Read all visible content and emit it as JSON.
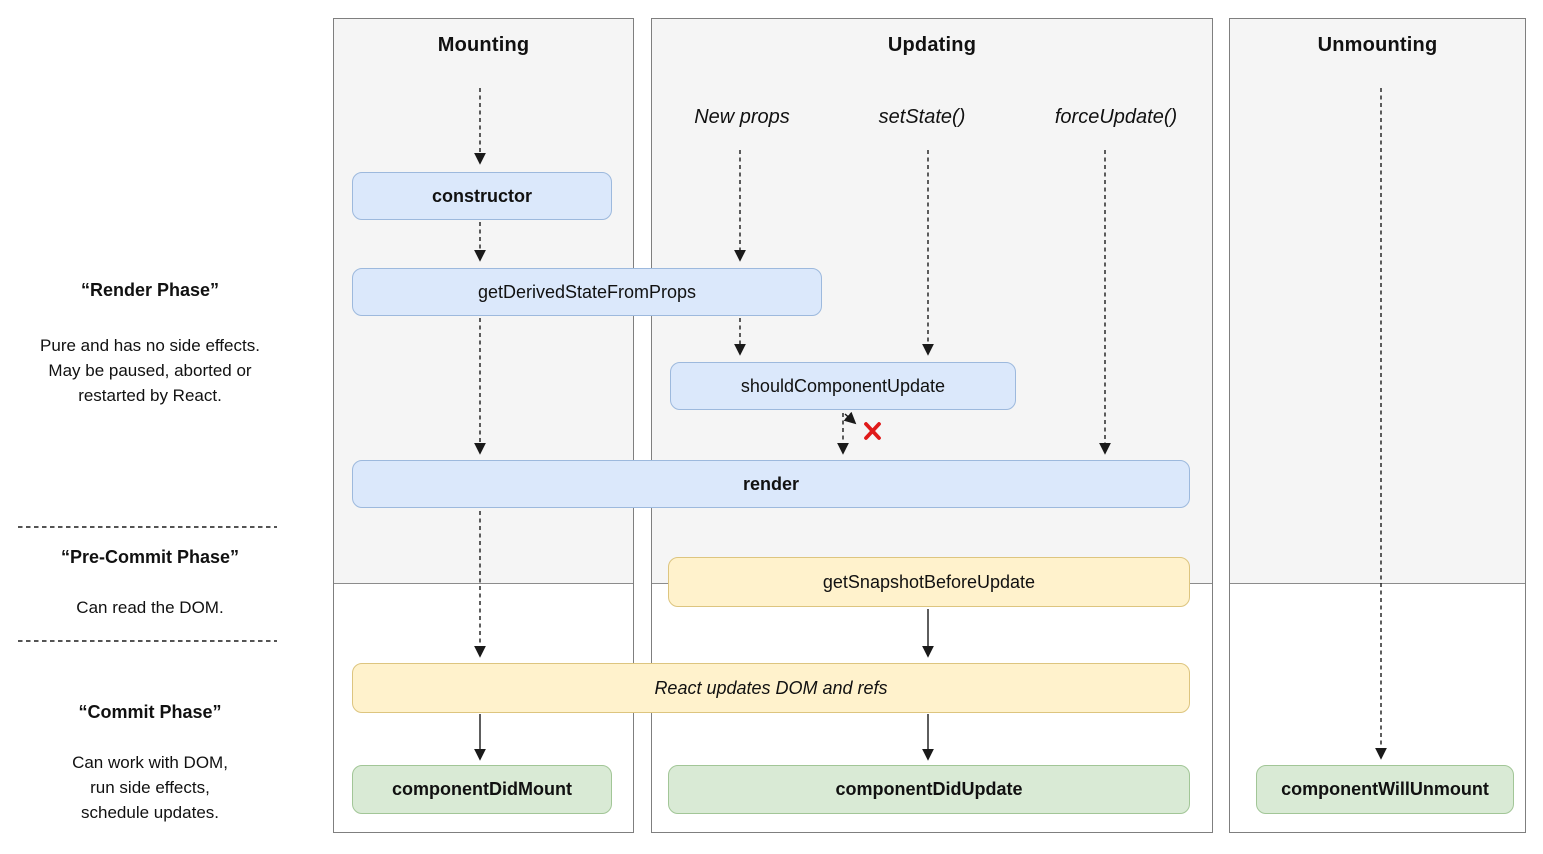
{
  "diagram": {
    "columns": [
      {
        "id": "mounting",
        "title": "Mounting"
      },
      {
        "id": "updating",
        "title": "Updating"
      },
      {
        "id": "unmounting",
        "title": "Unmounting"
      }
    ],
    "phases": [
      {
        "title": "“Render Phase”",
        "body": "Pure and has no side effects.\nMay be paused, aborted or\nrestarted by React."
      },
      {
        "title": "“Pre-Commit Phase”",
        "body": "Can read the DOM."
      },
      {
        "title": "“Commit Phase”",
        "body": "Can work with DOM,\nrun side effects,\nschedule updates."
      }
    ],
    "triggers": [
      {
        "label": "New props"
      },
      {
        "label": "setState()"
      },
      {
        "label": "forceUpdate()"
      }
    ],
    "boxes": [
      {
        "id": "constructor",
        "label": "constructor",
        "color": "blue",
        "emphasis": "bold"
      },
      {
        "id": "get-derived-state-from-props",
        "label": "getDerivedStateFromProps",
        "color": "blue",
        "emphasis": "regular"
      },
      {
        "id": "should-component-update",
        "label": "shouldComponentUpdate",
        "color": "blue",
        "emphasis": "regular"
      },
      {
        "id": "render",
        "label": "render",
        "color": "blue",
        "emphasis": "bold"
      },
      {
        "id": "get-snapshot-before-update",
        "label": "getSnapshotBeforeUpdate",
        "color": "yellow",
        "emphasis": "regular"
      },
      {
        "id": "react-updates-dom",
        "label": "React updates DOM and refs",
        "color": "yellow",
        "emphasis": "italic"
      },
      {
        "id": "component-did-mount",
        "label": "componentDidMount",
        "color": "green",
        "emphasis": "bold"
      },
      {
        "id": "component-did-update",
        "label": "componentDidUpdate",
        "color": "green",
        "emphasis": "bold"
      },
      {
        "id": "component-will-unmount",
        "label": "componentWillUnmount",
        "color": "green",
        "emphasis": "bold"
      }
    ],
    "icons": {
      "skip_marker": "red-x-icon"
    },
    "colors": {
      "panel_bg": "#f5f5f5",
      "panel_border": "#7f7f7f",
      "blue_fill": "#dbe8fb",
      "blue_border": "#9db9dd",
      "yellow_fill": "#fff2cc",
      "yellow_border": "#ddc57f",
      "green_fill": "#d9ead5",
      "green_border": "#a2c697",
      "arrow": "#1a1a1a",
      "skip_x_red": "#e01a1a"
    }
  }
}
